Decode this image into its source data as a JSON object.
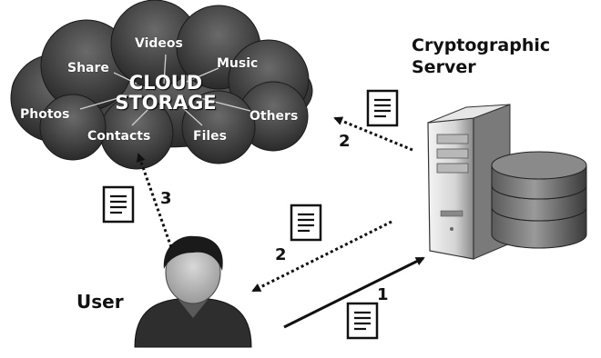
{
  "cloud": {
    "title_line1": "CLOUD",
    "title_line2": "STORAGE",
    "items": [
      "Videos",
      "Music",
      "Share",
      "Photos",
      "Others",
      "Contacts",
      "Files"
    ]
  },
  "server": {
    "label_line1": "Cryptographic",
    "label_line2": "Server"
  },
  "user": {
    "label": "User"
  },
  "steps": {
    "step1": "1",
    "step2a": "2",
    "step2b": "2",
    "step3": "3"
  },
  "icons": {
    "cloud": "cloud-icon",
    "server": "server-icon",
    "user": "user-icon",
    "document": "document-icon"
  }
}
